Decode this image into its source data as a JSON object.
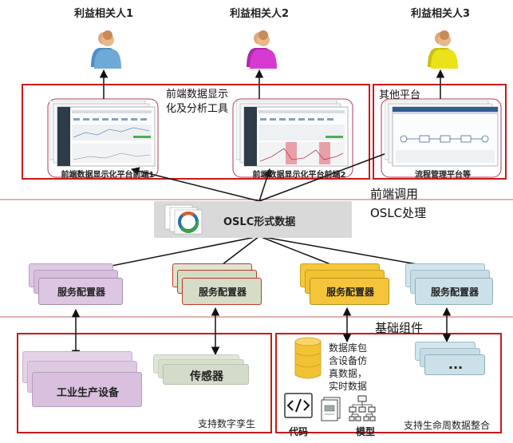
{
  "stakeholders": [
    "利益相关人1",
    "利益相关人2",
    "利益相关人3"
  ],
  "front_tools_label": "前端数据显示\n化及分析工具",
  "other_platform_label": "其他平台",
  "front_end_1_caption": "前端数据显示化平台前端1",
  "front_end_2_caption": "前端数据显示化平台前端2",
  "process_platform_caption": "流程管理平台等",
  "front_call_label": "前端调用",
  "oslc_process_label": "OSLC处理",
  "oslc_data_label": "OSLC形式数据",
  "service_configurator_label": "服务配置器",
  "base_components_label": "基础组件",
  "industrial_equipment_label": "工业生产设备",
  "sensor_label": "传感器",
  "digital_twin_label": "支持数字孪生",
  "database_label": "数据库包\n含设备仿\n真数据，\n实时数据",
  "ellipsis": "...",
  "code_label": "代码",
  "model_label": "模型",
  "lifecycle_label": "支持生命周数据整合",
  "colors": {
    "frame_red": "#c81a1a",
    "purple": "#d7bedd",
    "green": "#d5dcc4",
    "gold": "#f2c233",
    "light_blue": "#c7dde6",
    "person_blue": "#6fa9d8",
    "person_magenta": "#d63ad3",
    "person_yellow": "#ece21a"
  }
}
